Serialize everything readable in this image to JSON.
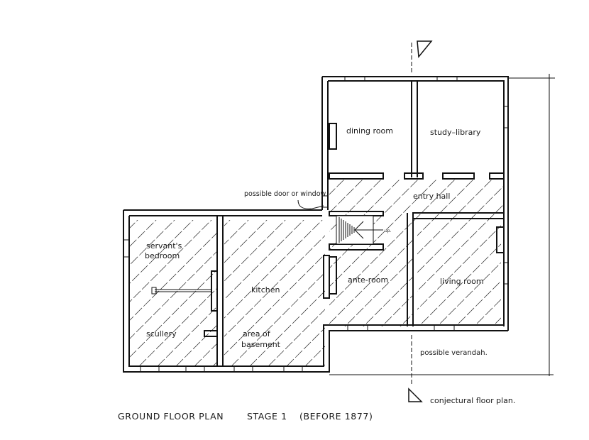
{
  "rooms": {
    "dining_room": "dining room",
    "study_library": "study–library",
    "entry_hall": "entry hall",
    "servants_bedroom_line1": "servant's",
    "servants_bedroom_line2": "bedroom",
    "kitchen": "kitchen",
    "ante_room": "ante-room",
    "living_room": "living room",
    "scullery": "scullery",
    "basement_line1": "area of",
    "basement_line2": "basement"
  },
  "annotations": {
    "possible_door": "possible door or window",
    "possible_verandah": "possible verandah.",
    "conjectural": "conjectural floor plan.",
    "stair_up": "up."
  },
  "caption": {
    "title": "GROUND FLOOR PLAN",
    "stage": "STAGE 1",
    "date": "(BEFORE 1877)"
  }
}
